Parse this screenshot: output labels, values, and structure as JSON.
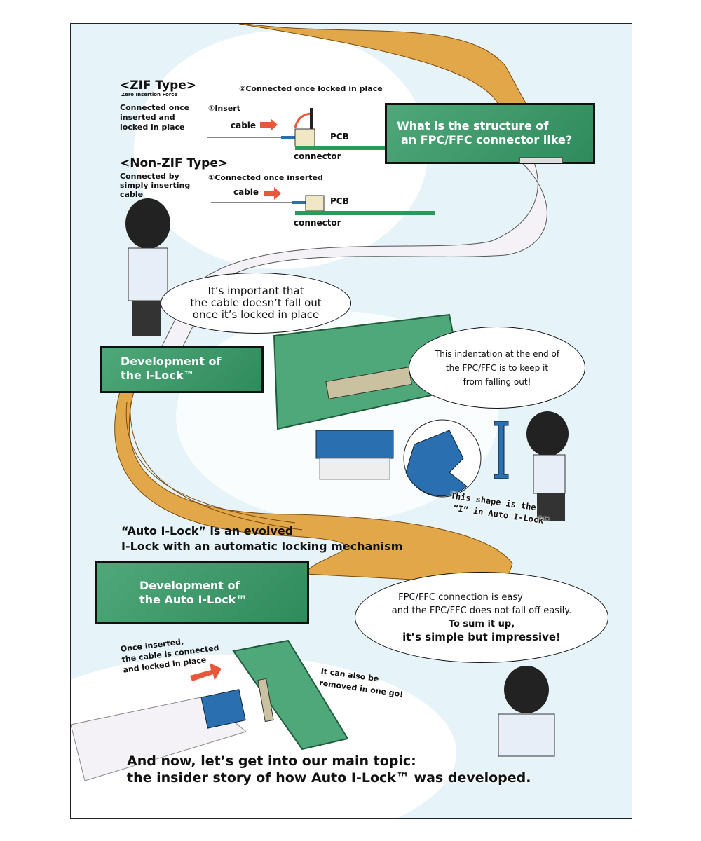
{
  "zif": {
    "title": "<ZIF Type>",
    "subtitle": "Zero Insertion Force",
    "desc": "Connected once inserted and locked in place",
    "step2": "②Connected once locked in place",
    "step1": "①Insert",
    "cable": "cable",
    "pcb": "PCB",
    "connector": "connector"
  },
  "nonzif": {
    "title": "<Non-ZIF Type>",
    "desc": "Connected by simply inserting cable",
    "step1": "①Connected once inserted",
    "cable": "cable",
    "pcb": "PCB",
    "connector": "connector"
  },
  "structure_box": {
    "line1": "What is the structure of",
    "line2": "an FPC/FFC connector like?"
  },
  "bubble1": {
    "line1": "It’s important that",
    "line2": "the cable doesn’t fall out",
    "line3": "once it’s locked in place"
  },
  "ilock_box": {
    "line1": "Development of",
    "line2": "the I-Lock™"
  },
  "bubble2": {
    "line1": "This indentation at the end of",
    "line2": "the FPC/FFC is to keep it",
    "line3": "from falling out!"
  },
  "shape_note": {
    "line1": "This shape is the",
    "line2": "“I” in Auto I-Lock™"
  },
  "auto_caption": {
    "line1": "“Auto I-Lock” is an evolved",
    "line2": "I-Lock with an automatic locking mechanism"
  },
  "auto_box": {
    "line1": "Development of",
    "line2": "the Auto I-Lock™"
  },
  "bubble3": {
    "line1": "FPC/FFC connection is easy",
    "line2": "and the FPC/FFC does not fall off easily.",
    "line3": "To sum it up,",
    "line4": "it’s simple but impressive!"
  },
  "inserted_note": {
    "line1": "Once inserted,",
    "line2": "the cable is connected",
    "line3": "and locked in place"
  },
  "removed_note": {
    "line1": "It can also be",
    "line2": "removed in one go!"
  },
  "footer": {
    "line1": "And now, let’s get into our main topic:",
    "line2": "the insider story of how Auto I-Lock™ was developed."
  },
  "colors": {
    "green": "#3d9a6a",
    "cable": "#e2a748",
    "blue": "#2a6fb0",
    "arrow": "#e8573a"
  }
}
